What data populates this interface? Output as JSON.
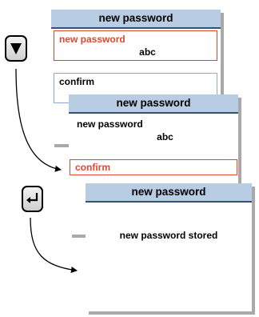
{
  "screens": [
    {
      "title": "new password",
      "fields": [
        {
          "label": "new password",
          "value": "abc",
          "active": true
        },
        {
          "label": "confirm",
          "value": "",
          "active": false
        }
      ]
    },
    {
      "title": "new password",
      "fields": [
        {
          "label": "new password",
          "value": "abc",
          "active": false
        },
        {
          "label": "confirm",
          "value": "",
          "active": true
        }
      ]
    },
    {
      "title": "new password",
      "message": "new password stored"
    }
  ],
  "keys": [
    {
      "icon": "triangle-down-icon"
    },
    {
      "icon": "enter-return-icon"
    }
  ],
  "colors": {
    "title_bar": "#b8cce4",
    "title_border": "#33527a",
    "active_field": "#e0472a",
    "inactive_field": "#8eaad6",
    "shadow": "#a9a9a9"
  }
}
